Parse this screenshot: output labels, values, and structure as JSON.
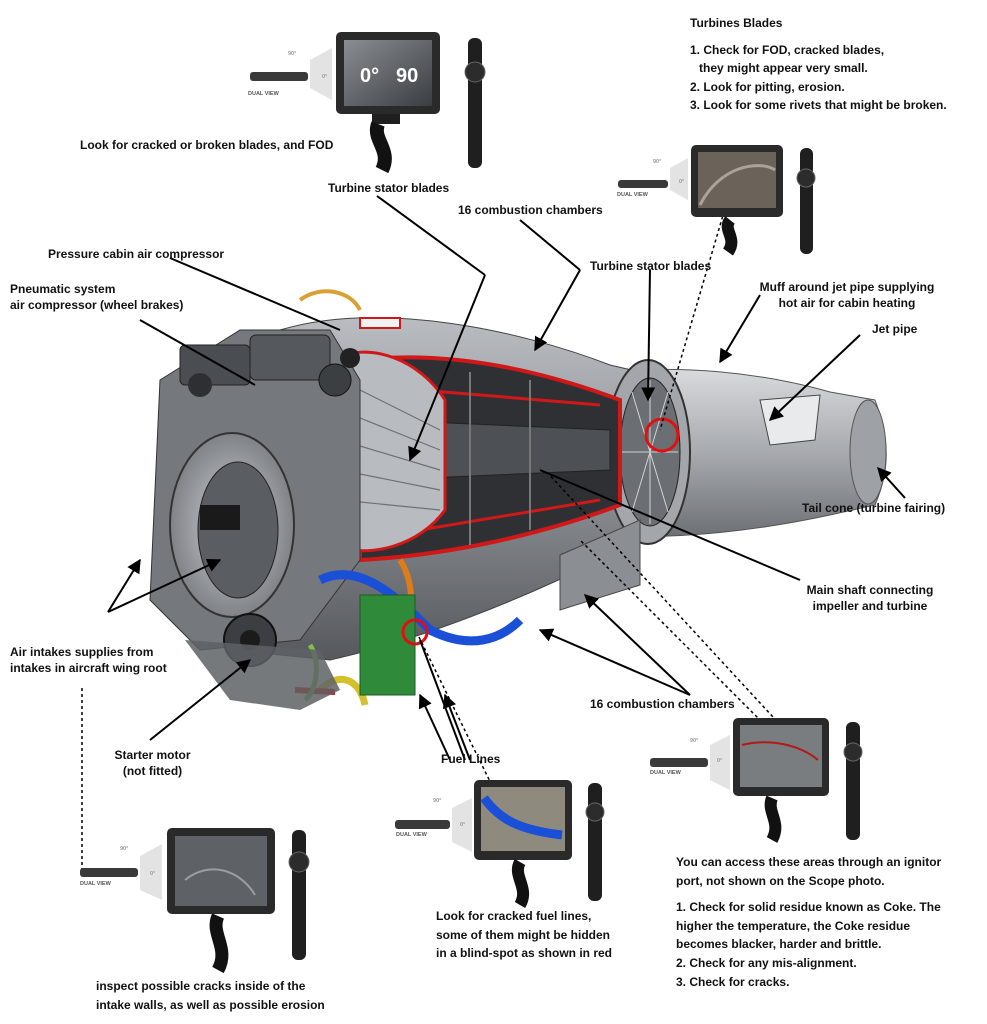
{
  "colors": {
    "scope_body": "#2a2a2a",
    "screen_bezel": "#3a3a3a",
    "cutaway_red": "#d01818",
    "fuel_blue": "#1a4fd8",
    "engine_grey": "#8c8f94",
    "marker_red": "#e01010"
  },
  "scope_photos": [
    {
      "name": "top-scope",
      "dual_view_label": "DUAL VIEW",
      "angle_90": "90°",
      "angle_0": "0°",
      "screen_text_left": "0°",
      "screen_text_right": "90"
    },
    {
      "name": "turbine-scope",
      "dual_view_label": "DUAL VIEW",
      "angle_90": "90°",
      "angle_0": "0°"
    },
    {
      "name": "combustion-scope",
      "dual_view_label": "DUAL VIEW",
      "angle_90": "90°",
      "angle_0": "0°"
    },
    {
      "name": "fuel-scope",
      "dual_view_label": "DUAL VIEW",
      "angle_90": "90°",
      "angle_0": "0°"
    },
    {
      "name": "intake-scope",
      "dual_view_label": "DUAL VIEW",
      "angle_90": "90°",
      "angle_0": "0°"
    }
  ],
  "labels": {
    "top_scope_caption": "Look for cracked or broken blades, and FOD",
    "turbine_stator_blades_1": "Turbine stator blades",
    "combustion_chambers_1": "16 combustion chambers",
    "turbine_stator_blades_2": "Turbine stator blades",
    "pressure_cabin_compressor": "Pressure cabin air compressor",
    "pneumatic_line1": "Pneumatic system",
    "pneumatic_line2": "air compressor (wheel brakes)",
    "muff_line1": "Muff around jet pipe supplying",
    "muff_line2": "hot air for cabin heating",
    "jet_pipe": "Jet pipe",
    "tail_cone": "Tail cone (turbine fairing)",
    "main_shaft_line1": "Main shaft connecting",
    "main_shaft_line2": "impeller and turbine",
    "air_intakes_line1": "Air intakes supplies from",
    "air_intakes_line2": "intakes in aircraft wing root",
    "combustion_chambers_2": "16 combustion chambers",
    "starter_line1": "Starter motor",
    "starter_line2": "(not fitted)",
    "fuel_lines": "Fuel Lines"
  },
  "turbine_notes": {
    "title": "Turbines Blades",
    "items": [
      "1. Check for FOD, cracked blades,",
      "   they might appear very small.",
      "2. Look for pitting, erosion.",
      "3. Look for some rivets that might be broken."
    ]
  },
  "combustion_notes": {
    "intro_line1": "You can access these areas through an ignitor",
    "intro_line2": "port, not shown on the Scope photo.",
    "items": [
      "1. Check for solid residue known as Coke. The",
      "higher the temperature, the Coke residue",
      "becomes blacker, harder and brittle.",
      "2. Check for any mis-alignment.",
      "3. Check for cracks."
    ]
  },
  "fuel_notes": {
    "line1": "Look for cracked fuel lines,",
    "line2": "some of them might be hidden",
    "line3": "in a blind-spot as shown in red"
  },
  "intake_notes": {
    "line1": "inspect possible cracks inside of the",
    "line2": "intake walls, as well as possible erosion"
  }
}
